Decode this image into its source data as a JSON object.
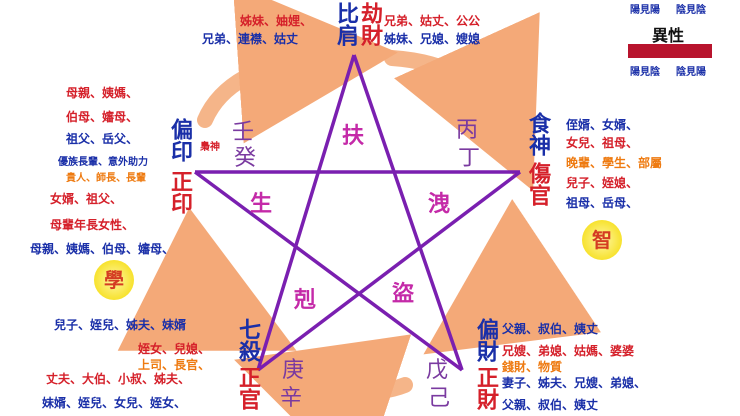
{
  "top_center": {
    "title_main": "比肩",
    "title_sub": "劫財",
    "left_red": "姊妹、妯娌、",
    "left_blue": "兄弟、連襟、姑丈",
    "right_red": "兄弟、姑丈、公公",
    "right_blue": "姊妹、兄媳、嫂媳"
  },
  "legend": {
    "top_left": "陽見陽",
    "top_right": "陰見陰",
    "title": "異性",
    "bottom_left": "陽見陰",
    "bottom_right": "陰見陽",
    "bar_color": "#b8142d"
  },
  "left_top": {
    "title_main": "偏印",
    "title_sub": "正印",
    "small_label": "梟神",
    "lines": [
      {
        "text": "母親、姨媽、",
        "color": "red"
      },
      {
        "text": "伯母、嬸母、",
        "color": "red"
      },
      {
        "text": "祖父、岳父、",
        "color": "blue"
      },
      {
        "text": "優族長輩、意外助力",
        "color": "blue"
      },
      {
        "text": "貴人、師長、長輩",
        "color": "orange"
      },
      {
        "text": "女婿、祖父、",
        "color": "red"
      },
      {
        "text": "母輩年長女性、",
        "color": "red"
      },
      {
        "text": "母親、姨媽、伯母、嬸母、",
        "color": "blue"
      }
    ]
  },
  "right_top": {
    "title_main": "食神",
    "title_sub": "傷官",
    "lines": [
      {
        "text": "侄婿、女婿、",
        "color": "blue"
      },
      {
        "text": "女兒、祖母、",
        "color": "red"
      },
      {
        "text": "晚輩、學生、部屬",
        "color": "orange"
      },
      {
        "text": "兒子、姪媳、",
        "color": "red"
      },
      {
        "text": "祖母、岳母、",
        "color": "blue"
      }
    ]
  },
  "left_bottom": {
    "title_main": "七殺",
    "title_sub": "正官",
    "lines": [
      {
        "text": "兒子、姪兒、姊夫、妹婿",
        "color": "blue"
      },
      {
        "text": "姪女、兒媳、",
        "color": "red"
      },
      {
        "text": "上司、長官、",
        "color": "orange"
      },
      {
        "text": "丈夫、大伯、小叔、姊夫、",
        "color": "red"
      },
      {
        "text": "妹婿、姪兒、女兒、姪女、",
        "color": "blue"
      }
    ]
  },
  "right_bottom": {
    "title_main": "偏財",
    "title_sub": "正財",
    "lines": [
      {
        "text": "父親、叔伯、姨丈",
        "color": "blue"
      },
      {
        "text": "兄嫂、弟媳、姑媽、婆婆",
        "color": "red"
      },
      {
        "text": "錢財、物質",
        "color": "orange"
      },
      {
        "text": "妻子、姊夫、兄嫂、弟媳、",
        "color": "blue"
      },
      {
        "text": "父親、叔伯、姨丈",
        "color": "blue"
      }
    ]
  },
  "stems": {
    "top_left_1": "壬",
    "top_left_2": "癸",
    "top_right_1": "丙",
    "top_right_2": "丁",
    "bottom_left_1": "庚",
    "bottom_left_2": "辛",
    "bottom_right_1": "戊",
    "bottom_right_2": "己"
  },
  "inner": {
    "top": "扶",
    "right": "洩",
    "left": "生",
    "bottom_left": "剋",
    "bottom_right": "盜"
  },
  "badges": {
    "left": "學",
    "right": "智"
  },
  "colors": {
    "star": "#7a1fb0",
    "arrows": "#f3a06a",
    "blue": "#1a2fa8",
    "red": "#d5202a",
    "orange": "#ee7a10"
  }
}
